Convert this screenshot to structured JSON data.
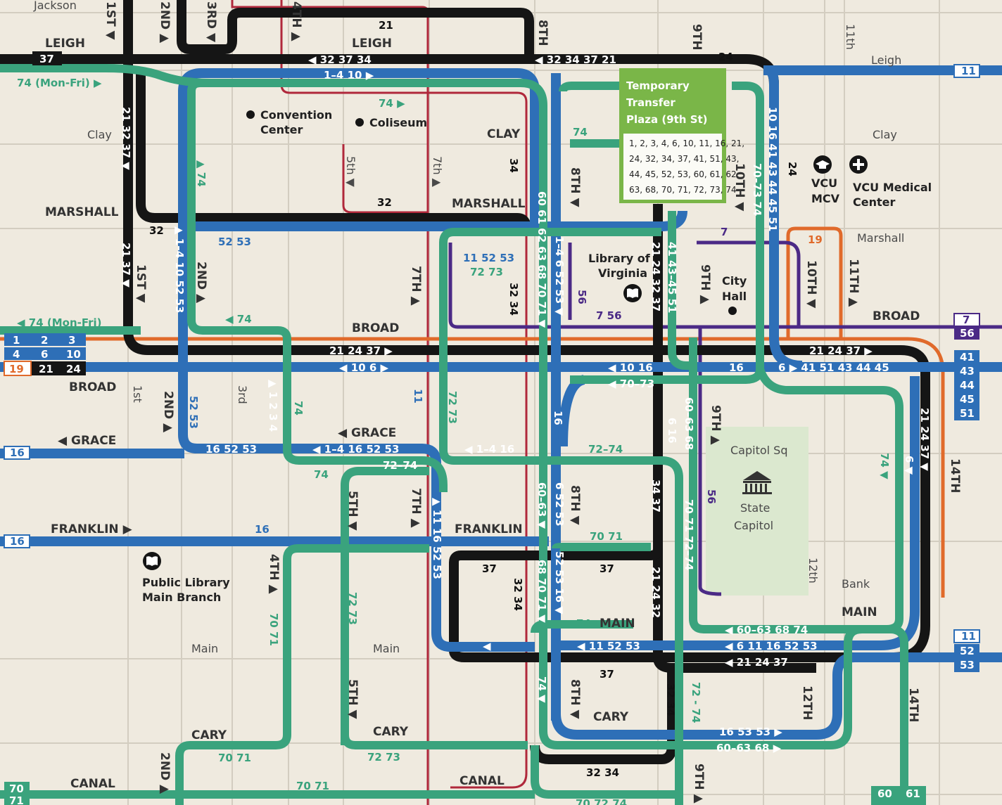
{
  "colors": {
    "background": "#efeadf",
    "street": "#d6d0c4",
    "black_route": "#151515",
    "blue_route": "#2e6fb7",
    "green_route": "#3aa37d",
    "red_route": "#b0283b",
    "orange_route": "#e06a2b",
    "purple_route": "#4b2a86",
    "transfer_plaza": "#7ab648",
    "capitol_square": "#dbe8cf"
  },
  "transfer_plaza": {
    "title_line1": "Temporary",
    "title_line2": "Transfer",
    "title_line3": "Plaza (9th St)",
    "routes_line1": "1, 2, 3, 4, 6, 10, 11, 16, 21,",
    "routes_line2": "24, 32, 34, 37, 41, 51, 43,",
    "routes_line3": "44, 45, 52, 53, 60, 61, 62,",
    "routes_line4": "63, 68, 70, 71, 72, 73, 74"
  },
  "streets": {
    "jackson": "Jackson",
    "leigh_left": "LEIGH",
    "leigh_mid": "LEIGH",
    "leigh_right": "Leigh",
    "clay_left": "Clay",
    "clay_mid": "CLAY",
    "clay_right": "Clay",
    "marshall_left": "MARSHALL",
    "marshall_mid": "MARSHALL",
    "marshall_right": "Marshall",
    "broad_left": "BROAD",
    "broad_mid": "BROAD",
    "broad_right": "BROAD",
    "grace_left": "◀ GRACE",
    "grace_mid": "◀ GRACE",
    "franklin": "FRANKLIN ▶",
    "franklin_mid": "FRANKLIN",
    "main_left": "Main",
    "main_mid": "Main",
    "main_caps_mid": "MAIN",
    "main_right": "MAIN",
    "bank": "Bank",
    "cary_left": "CARY",
    "cary_mid": "CARY",
    "cary_right": "CARY",
    "canal_left": "CANAL",
    "canal_mid": "CANAL",
    "s_1st_top": "1ST ▼",
    "s_2nd_top": "2ND ▲",
    "s_3rd_top": "3RD ▼",
    "s_4th_top": "4TH ▲",
    "s_8th_top": "8TH",
    "s_9th_top": "9TH",
    "s_11th_top": "11th",
    "s_1st_mid": "1ST ▼",
    "s_2nd_mid": "2ND ▲",
    "s_5th_top": "5th ▼",
    "s_7th_top": "7th ▲",
    "s_7th_mid": "7TH ▲",
    "s_8th_mid": "8TH ▼",
    "s_10th_mid": "10TH ▼",
    "s_9th_mid": "9TH ▲",
    "s_10th_r": "10TH ▼",
    "s_11th_r": "11TH ▲",
    "s_1st_low": "1st",
    "s_2nd_low": "2ND ▲",
    "s_3rd_low": "3rd",
    "s_5th_low": "5TH ▼",
    "s_7th_low": "7TH ▲",
    "s_4th_low": "4TH ▲",
    "s_8th_low": "8TH ▼",
    "s_9th_low": "9TH ▲",
    "s_12th": "12th",
    "s_14th": "14TH",
    "s_5th_bottom": "5TH ▼",
    "s_8th_bottom": "8TH ▼",
    "s_12th_bottom": "12TH",
    "s_14th_bottom": "14TH",
    "s_2nd_bottom": "2ND ▲",
    "s_9th_bottom": "9TH ▲"
  },
  "places": {
    "convention_line1": "Convention",
    "convention_line2": "Center",
    "coliseum": "Coliseum",
    "vcu_mcv_line1": "VCU",
    "vcu_mcv_line2": "MCV",
    "vcu_medical_line1": "VCU Medical",
    "vcu_medical_line2": "Center",
    "library_va_line1": "Library of",
    "library_va_line2": "Virginia",
    "city_hall_line1": "City",
    "city_hall_line2": "Hall",
    "capitol_sq": "Capitol Sq",
    "state_capitol_line1": "State",
    "state_capitol_line2": "Capitol",
    "public_library_line1": "Public Library",
    "public_library_line2": "Main Branch"
  },
  "route_labels": {
    "leigh_21": "21",
    "leigh_black": "◀ 32  37      34",
    "leigh_black_right": "◀ 32  34  37  21",
    "leigh_24": "24",
    "leigh_blue": "1–4  10 ▶",
    "mon_fri_top": "74 (Mon-Fri) ▶",
    "mon_fri_broad": "◀ 74 (Mon-Fri)",
    "ninth_74": "74",
    "col_21_32_37": "21 32 37 ▼",
    "col_21_37": "21 37 ▼",
    "marshall_32": "32",
    "marshall_32b": "32",
    "seventh_34": "34",
    "blue_52_53": "52  53",
    "purple_box1": "11  52  53",
    "purple_box2": "72  73",
    "purple_32_34": "32 34",
    "green_74_up": "▲ 74",
    "green_74_left": "◀ 74",
    "blue_col_1_4": "▲ 1–4  10 52 53",
    "col_60_71": "60 61 62 63 68 70 71 ▼",
    "col_1_4_6": "1–4  6 52 53 ▼",
    "col_21_24_32_37": "21 24 32 37",
    "col_41_51": "41  43–45 51",
    "col_10_51": "10 16 41 43 44 45 51",
    "col_70_74": "70–73  74",
    "col_24": "24",
    "purple_7": "7",
    "purple_56": "56",
    "purple_7_56": "7  56",
    "orange_19": "19",
    "broad_21_24_37": "21  24  37 ▶",
    "broad_10_6": "◀ 10    6 ▶",
    "broad_10_16": "◀ 10  16",
    "broad_16": "16",
    "broad_6_41": "6 ▶ 41  51  43  44  45",
    "broad_r_21": "21  24  37 ▶",
    "green_70_73": "◀ 70–73",
    "green_74_r": "74",
    "left_box_1": "1",
    "left_box_2": "2",
    "left_box_3": "3",
    "left_box_4": "4",
    "left_box_6": "6",
    "left_box_10": "10",
    "left_box_19": "19",
    "left_box_21": "21",
    "left_box_24": "24",
    "right_box_7": "7",
    "right_box_56": "56",
    "right_box_41": "41",
    "right_box_43": "43",
    "right_box_44": "44",
    "right_box_45": "45",
    "right_box_51": "51",
    "right_box_11": "11",
    "right_box_11b": "11",
    "right_box_52": "52",
    "right_box_53": "53",
    "left_box_16": "16",
    "left_box_16b": "16",
    "left_box_37": "37",
    "left_box_70": "70",
    "left_box_71": "71",
    "bottom_box_60": "60",
    "bottom_box_61": "61",
    "grace_16_52_53": "16  52  53",
    "grace_1_4": "◀ 1–4  16  52  53",
    "grace_72_74": "72–74",
    "grace_1_4_16": "◀ 1–4  16",
    "grace_72_74b": "72–74",
    "green_74_grace": "74",
    "col_1_2_3_4": "▲ 1  2  3  4",
    "col_74_b": "74",
    "col_52_53_left": "52 53",
    "col_11": "11",
    "col_72_73": "72 73",
    "col_16": "16",
    "col_6_16": "6  16",
    "col_60_68": "60–63  68",
    "col_74_r": "74 ▼",
    "col_6_r": "6 ▼",
    "col_21_24_37_r": "21 24 37 ▼",
    "franklin_16": "16",
    "col_11_16": "▲ 11  16  52  53",
    "col_60_63": "60–63 ▼",
    "col_6_52": "6  52  53",
    "col_34_37": "34 37",
    "col_70_71_72": "70  71  72–74",
    "col_56_low": "56",
    "green_70_71": "70  71",
    "block_37": "37",
    "block_37b": "37",
    "block_32_34": "32  34",
    "col_68_70_71": "68 70 71 ▼",
    "col_52_53_16": "52  53  16 ▼",
    "col_21_24_32": "21  24  32",
    "col_72_73b": "72 73",
    "col_70_71_left": "70 71",
    "main_74": "74",
    "main_60_68": "◀ 60–63  68  74",
    "main_11_52": "◀ 11  52  53",
    "main_6_11": "◀ 6  11  16  52  53",
    "main_21_24": "◀ 21  24  37",
    "cary_37": "37",
    "col_74_cary": "74 ▼",
    "col_32_34_cary": "32 34",
    "col_72_74_cary": "72 - 74",
    "cary_16_53": "16  53  53 ▶",
    "cary_60_68": "60–63  68 ▶",
    "cary_70_71": "70  71",
    "cary_72_73": "72  73",
    "canal_70_71": "70  71",
    "canal_32_34": "32  34",
    "canal_bottom": "70  72  74"
  }
}
